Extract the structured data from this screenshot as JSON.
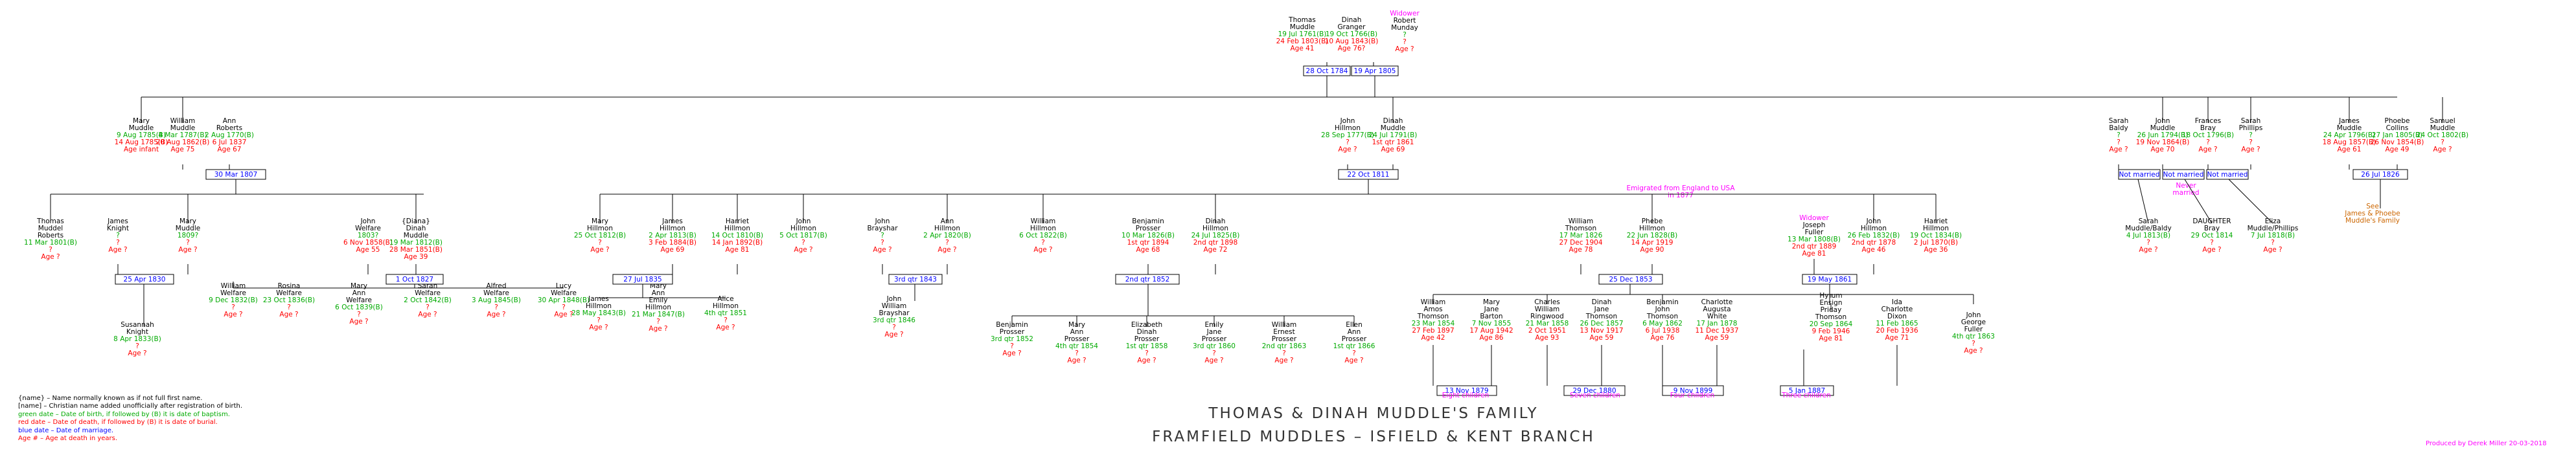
{
  "title_line1": "THOMAS & DINAH MUDDLE'S FAMILY",
  "title_line2": "FRAMFIELD MUDDLES – ISFIELD & KENT BRANCH",
  "credit": "Produced by Derek Miller 20-03-2018",
  "colors": {
    "name": "#000000",
    "birth": "#00aa00",
    "death": "#ff0000",
    "marriage": "#0000ff",
    "note": "#ff00ff",
    "see": "#cc6600",
    "line": "#000000"
  },
  "legend": [
    {
      "text": "{name} – Name normally known as if not full first name.",
      "color": "#000000"
    },
    {
      "text": "[name] – Christian name added unofficially after registration of birth.",
      "color": "#000000"
    },
    {
      "text": "green date – Date of birth, if followed by (B) it is date of baptism.",
      "color": "#00aa00"
    },
    {
      "text": "red date – Date of death, if followed by (B) it is date of burial.",
      "color": "#ff0000"
    },
    {
      "text": "blue date – Date of marriage.",
      "color": "#0000ff"
    },
    {
      "text": "Age # – Age at death in years.",
      "color": "#ff0000"
    }
  ],
  "people": [
    {
      "name": [
        "Thomas",
        "Muddle"
      ],
      "birth": "19 Jul 1761(B)",
      "death": "24 Feb 1803(B)",
      "age": "Age 41"
    },
    {
      "name": [
        "Dinah",
        "Granger"
      ],
      "birth": "19 Oct 1766(B)",
      "death": "10 Aug 1843(B)",
      "age": "Age 76?"
    },
    {
      "note": "Widower",
      "name": [
        "Robert",
        "Munday"
      ],
      "birth": "?",
      "death": "?",
      "age": "Age ?"
    },
    {
      "name": [
        "Mary",
        "Muddle"
      ],
      "birth": "9 Aug 1785(B)",
      "death": "14 Aug 1785(B)",
      "age": "Age infant"
    },
    {
      "name": [
        "William",
        "Muddle"
      ],
      "birth": "4 Mar 1787(B)",
      "death": "20 Aug 1862(B)",
      "age": "Age 75"
    },
    {
      "name": [
        "Ann",
        "Roberts"
      ],
      "birth": "2 Aug 1770(B)",
      "death": "6 Jul 1837",
      "age": "Age 67"
    },
    {
      "name": [
        "John",
        "Hillmon"
      ],
      "birth": "28 Sep 1777(B)",
      "death": "?",
      "age": "Age ?"
    },
    {
      "name": [
        "Dinah",
        "Muddle"
      ],
      "birth": "24 Jul 1791(B)",
      "death": "1st qtr 1861",
      "age": "Age 69"
    },
    {
      "name": [
        "Sarah",
        "Baldy"
      ],
      "birth": "?",
      "death": "?",
      "age": "Age ?"
    },
    {
      "name": [
        "John",
        "Muddle"
      ],
      "birth": "26 Jun 1794(B)",
      "death": "19 Nov 1864(B)",
      "age": "Age 70"
    },
    {
      "name": [
        "Frances",
        "Bray"
      ],
      "birth": "18 Oct 1796(B)",
      "death": "?",
      "age": "Age ?"
    },
    {
      "name": [
        "Sarah",
        "Phillips"
      ],
      "birth": "?",
      "death": "?",
      "age": "Age ?"
    },
    {
      "name": [
        "James",
        "Muddle"
      ],
      "birth": "24 Apr 1796(B)",
      "death": "18 Aug 1857(B)",
      "age": "Age 61"
    },
    {
      "name": [
        "Phoebe",
        "Collins"
      ],
      "birth": "27 Jan 1805(B)",
      "death": "26 Nov 1854(B)",
      "age": "Age 49"
    },
    {
      "name": [
        "Samuel",
        "Muddle"
      ],
      "birth": "24 Oct 1802(B)",
      "death": "?",
      "age": "Age ?"
    },
    {
      "name": [
        "Thomas",
        "Muddel",
        "Roberts"
      ],
      "birth": "11 Mar 1801(B)",
      "death": "?",
      "age": "Age ?"
    },
    {
      "name": [
        "James",
        "Knight"
      ],
      "birth": "?",
      "death": "?",
      "age": "Age ?"
    },
    {
      "name": [
        "Mary",
        "Muddle"
      ],
      "birth": "1809?",
      "death": "?",
      "age": "Age ?"
    },
    {
      "name": [
        "John",
        "Welfare"
      ],
      "birth": "1803?",
      "death": "6 Nov 1858(B)",
      "age": "Age 55"
    },
    {
      "name": [
        "{Diana}",
        "Dinah",
        "Muddle"
      ],
      "birth": "19 Mar 1812(B)",
      "death": "28 Mar 1851(B)",
      "age": "Age 39"
    },
    {
      "name": [
        "Mary",
        "Hillmon"
      ],
      "birth": "25 Oct 1812(B)",
      "death": "?",
      "age": "Age ?"
    },
    {
      "name": [
        "James",
        "Hillmon"
      ],
      "birth": "2 Apr 1813(B)",
      "death": "3 Feb 1884(B)",
      "age": "Age 69"
    },
    {
      "name": [
        "Harriet",
        "Hillmon"
      ],
      "birth": "14 Oct 1810(B)",
      "death": "14 Jan 1892(B)",
      "age": "Age 81"
    },
    {
      "name": [
        "John",
        "Hillmon"
      ],
      "birth": "5 Oct 1817(B)",
      "death": "?",
      "age": "Age ?"
    },
    {
      "name": [
        "John",
        "Brayshar"
      ],
      "birth": "?",
      "death": "?",
      "age": "Age ?"
    },
    {
      "name": [
        "Ann",
        "Hillmon"
      ],
      "birth": "2 Apr 1820(B)",
      "death": "?",
      "age": "Age ?"
    },
    {
      "name": [
        "William",
        "Hillmon"
      ],
      "birth": "6 Oct 1822(B)",
      "death": "?",
      "age": "Age ?"
    },
    {
      "name": [
        "Benjamin",
        "Prosser"
      ],
      "birth": "10 Mar 1826(B)",
      "death": "1st qtr 1894",
      "age": "Age 68"
    },
    {
      "name": [
        "Dinah",
        "Hillmon"
      ],
      "birth": "24 Jul 1825(B)",
      "death": "2nd qtr 1898",
      "age": "Age 72"
    },
    {
      "name": [
        "William",
        "Thomson"
      ],
      "birth": "17 Mar 1826",
      "death": "27 Dec 1904",
      "age": "Age 78"
    },
    {
      "name": [
        "Phebe",
        "Hillmon"
      ],
      "birth": "22 Jun 1828(B)",
      "death": "14 Apr 1919",
      "age": "Age 90"
    },
    {
      "note": "Widower",
      "name": [
        "Joseph",
        "Fuller"
      ],
      "birth": "13 Mar 1808(B)",
      "death": "2nd qtr 1889",
      "age": "Age 81"
    },
    {
      "name": [
        "John",
        "Hillmon"
      ],
      "birth": "26 Feb 1832(B)",
      "death": "2nd qtr 1878",
      "age": "Age 46"
    },
    {
      "name": [
        "Harriet",
        "Hillmon"
      ],
      "birth": "19 Oct 1834(B)",
      "death": "2 Jul 1870(B)",
      "age": "Age 36"
    },
    {
      "name": [
        "Susannah",
        "Knight"
      ],
      "birth": "8 Apr 1833(B)",
      "death": "?",
      "age": "Age ?"
    },
    {
      "name": [
        "William",
        "Welfare"
      ],
      "birth": "9 Dec 1832(B)",
      "death": "?",
      "age": "Age ?"
    },
    {
      "name": [
        "Rosina",
        "Welfare"
      ],
      "birth": "23 Oct 1836(B)",
      "death": "?",
      "age": "Age ?"
    },
    {
      "name": [
        "Mary",
        "Ann",
        "Welfare"
      ],
      "birth": "6 Oct 1839(B)",
      "death": "?",
      "age": "Age ?"
    },
    {
      "name": [
        "Sarah",
        "Welfare"
      ],
      "birth": "2 Oct 1842(B)",
      "death": "?",
      "age": "Age ?"
    },
    {
      "name": [
        "Alfred",
        "Welfare"
      ],
      "birth": "3 Aug 1845(B)",
      "death": "?",
      "age": "Age ?"
    },
    {
      "name": [
        "Lucy",
        "Welfare"
      ],
      "birth": "30 Apr 1848(B)",
      "death": "?",
      "age": "Age ?"
    },
    {
      "name": [
        "James",
        "Hillmon"
      ],
      "birth": "28 May 1843(B)",
      "death": "?",
      "age": "Age ?"
    },
    {
      "name": [
        "Mary",
        "Ann",
        "Emily",
        "Hillmon"
      ],
      "birth": "21 Mar 1847(B)",
      "death": "?",
      "age": "Age ?"
    },
    {
      "name": [
        "Alice",
        "Hillmon"
      ],
      "birth": "4th qtr 1851",
      "death": "?",
      "age": "Age ?"
    },
    {
      "name": [
        "John",
        "William",
        "Brayshar"
      ],
      "birth": "3rd qtr 1846",
      "death": "?",
      "age": "Age ?"
    },
    {
      "name": [
        "Benjamin",
        "Prosser"
      ],
      "birth": "3rd qtr 1852",
      "death": "?",
      "age": "Age ?"
    },
    {
      "name": [
        "Mary",
        "Ann",
        "Prosser"
      ],
      "birth": "4th qtr 1854",
      "death": "?",
      "age": "Age ?"
    },
    {
      "name": [
        "Elizabeth",
        "Dinah",
        "Prosser"
      ],
      "birth": "1st qtr 1858",
      "death": "?",
      "age": "Age ?"
    },
    {
      "name": [
        "Emily",
        "Jane",
        "Prosser"
      ],
      "birth": "3rd qtr 1860",
      "death": "?",
      "age": "Age ?"
    },
    {
      "name": [
        "William",
        "Ernest",
        "Prosser"
      ],
      "birth": "2nd qtr 1863",
      "death": "?",
      "age": "Age ?"
    },
    {
      "name": [
        "Ellen",
        "Ann",
        "Prosser"
      ],
      "birth": "1st qtr 1866",
      "death": "?",
      "age": "Age ?"
    },
    {
      "name": [
        "William",
        "Amos",
        "Thomson"
      ],
      "birth": "23 Mar 1854",
      "death": "27 Feb 1897",
      "age": "Age 42"
    },
    {
      "name": [
        "Mary",
        "Jane",
        "Barton"
      ],
      "birth": "7 Nov 1855",
      "death": "17 Aug 1942",
      "age": "Age 86"
    },
    {
      "name": [
        "Charles",
        "William",
        "Ringwood"
      ],
      "birth": "21 Mar 1858",
      "death": "2 Oct 1951",
      "age": "Age 93"
    },
    {
      "name": [
        "Dinah",
        "Jane",
        "Thomson"
      ],
      "birth": "26 Dec 1857",
      "death": "13 Nov 1917",
      "age": "Age 59"
    },
    {
      "name": [
        "Benjamin",
        "John",
        "Thomson"
      ],
      "birth": "6 May 1862",
      "death": "6 Jul 1938",
      "age": "Age 76"
    },
    {
      "name": [
        "Charlotte",
        "Augusta",
        "White"
      ],
      "birth": "17 Jan 1878",
      "death": "11 Dec 1937",
      "age": "Age 59"
    },
    {
      "name": [
        "Hyrum",
        "Ensign",
        "Priday",
        "Thomson"
      ],
      "birth": "20 Sep 1864",
      "death": "9 Feb 1946",
      "age": "Age 81"
    },
    {
      "name": [
        "Ida",
        "Charlotte",
        "Dixon"
      ],
      "birth": "11 Feb 1865",
      "death": "20 Feb 1936",
      "age": "Age 71"
    },
    {
      "name": [
        "John",
        "George",
        "Fuller"
      ],
      "birth": "4th qtr 1863",
      "death": "?",
      "age": "Age ?"
    },
    {
      "name": [
        "Sarah",
        "Muddle/Baldy"
      ],
      "birth": "4 Jul 1813(B)",
      "death": "?",
      "age": "Age ?"
    },
    {
      "name": [
        "DAUGHTER",
        "Bray"
      ],
      "birth": "29 Oct 1814",
      "death": "?",
      "age": "Age ?"
    },
    {
      "name": [
        "Eliza",
        "Muddle/Phillips"
      ],
      "birth": "7 Jul 1818(B)",
      "death": "?",
      "age": "Age ?"
    }
  ],
  "marriages": [
    "28 Oct 1784",
    "19 Apr 1805",
    "30 Mar 1807",
    "22 Oct 1811",
    "25 Apr 1830",
    "1 Oct 1827",
    "27 Jul 1835",
    "3rd qtr 1843",
    "2nd qtr 1852",
    "25 Dec 1853",
    "19 May 1861",
    "13 Nov 1879",
    "29 Dec 1880",
    "9 Nov 1899",
    "5 Jan 1887",
    "26 Jul 1826"
  ],
  "status_boxes": [
    "Not married",
    "Not married",
    "Not married"
  ],
  "notes": [
    "Emigrated from England to USA in 1877",
    "Never married",
    "See James & Phoebe Muddle's Family",
    "Eight children",
    "Seven children",
    "Four children",
    "Three children"
  ]
}
